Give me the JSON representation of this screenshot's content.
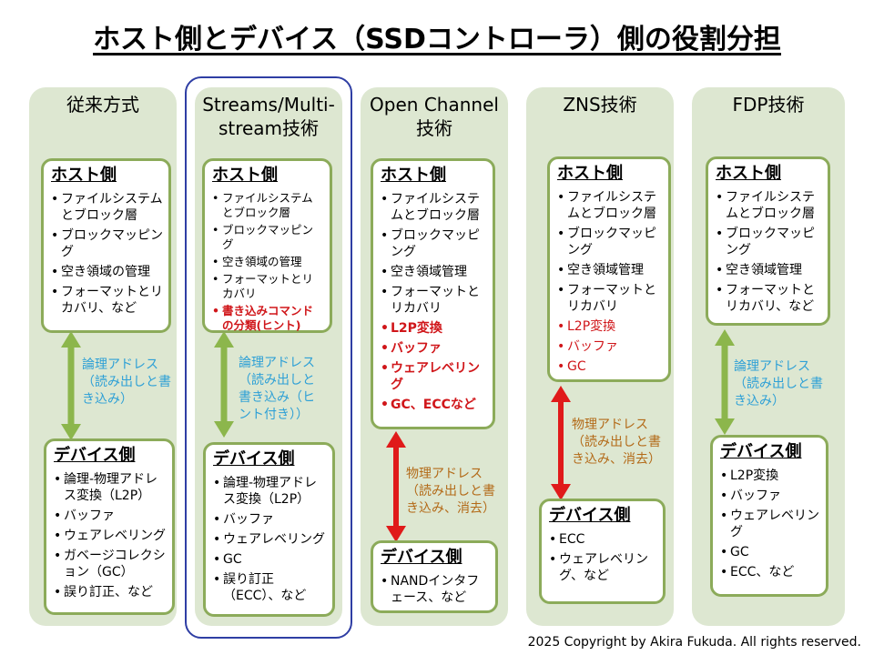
{
  "title": "ホスト側とデバイス（SSDコントローラ）側の役割分担",
  "copyright": "2025 Copyright by Akira Fukuda. All rights reserved.",
  "colors": {
    "column_bg": "#dde7d1",
    "box_border": "#8cab5a",
    "green_arrow": "#8cb64c",
    "red_arrow": "#e01a1a",
    "blue_label": "#2ea0d6",
    "orange_label": "#b36a18",
    "highlight": "#2f3ea4",
    "red_text": "#d0161a"
  },
  "columns": [
    {
      "header": [
        "従来方式"
      ],
      "host": {
        "title": "ホスト側",
        "items": [
          {
            "text": "ファイルシステムとブロック層"
          },
          {
            "text": "ブロックマッピング"
          },
          {
            "text": "空き領域の管理"
          },
          {
            "text": "フォーマットとリカバリ、など"
          }
        ]
      },
      "arrow": {
        "color": "green",
        "label": [
          "論理アドレス",
          "（読み出しと書",
          "き込み）"
        ]
      },
      "device": {
        "title": "デバイス側",
        "items": [
          {
            "text": "論理-物理アドレス変換（L2P）"
          },
          {
            "text": "バッファ"
          },
          {
            "text": "ウェアレベリング"
          },
          {
            "text": "ガベージコレクション（GC）"
          },
          {
            "text": "誤り訂正、など"
          }
        ]
      }
    },
    {
      "header": [
        "Streams/Multi-",
        "stream技術"
      ],
      "host": {
        "title": "ホスト側",
        "items": [
          {
            "text": "ファイルシステムとブロック層"
          },
          {
            "text": "ブロックマッピング"
          },
          {
            "text": "空き領域の管理"
          },
          {
            "text": "フォーマットとリカバリ"
          },
          {
            "text": "書き込みコマンドの分類(ヒント)",
            "highlight": true
          }
        ]
      },
      "arrow": {
        "color": "green",
        "label": [
          "論理アドレス",
          "（読み出しと",
          "書き込み（ヒ",
          "ント付き））"
        ]
      },
      "device": {
        "title": "デバイス側",
        "items": [
          {
            "text": "論理-物理アドレス変換（L2P）"
          },
          {
            "text": "バッファ"
          },
          {
            "text": "ウェアレベリング"
          },
          {
            "text": "GC"
          },
          {
            "text": "誤り訂正（ECC）、など"
          }
        ]
      }
    },
    {
      "header": [
        "Open Channel",
        "技術"
      ],
      "host": {
        "title": "ホスト側",
        "items": [
          {
            "text": "ファイルシステムとブロック層"
          },
          {
            "text": "ブロックマッピング"
          },
          {
            "text": "空き領域管理"
          },
          {
            "text": "フォーマットとリカバリ"
          },
          {
            "text": "L2P変換",
            "highlight": true
          },
          {
            "text": "バッファ",
            "highlight": true
          },
          {
            "text": "ウェアレベリング",
            "highlight": true
          },
          {
            "text": "GC、ECCなど",
            "highlight": true
          }
        ]
      },
      "arrow": {
        "color": "red",
        "label": [
          "物理アドレス",
          "（読み出しと書",
          "き込み、消去）"
        ]
      },
      "device": {
        "title": "デバイス側",
        "items": [
          {
            "text": "NANDインタフェース、など"
          }
        ]
      }
    },
    {
      "header": [
        "ZNS技術"
      ],
      "host": {
        "title": "ホスト側",
        "items": [
          {
            "text": "ファイルシステムとブロック層"
          },
          {
            "text": "ブロックマッピング"
          },
          {
            "text": "空き領域管理"
          },
          {
            "text": "フォーマットとリカバリ"
          },
          {
            "text": "L2P変換",
            "highlight": true
          },
          {
            "text": "バッファ",
            "highlight": true
          },
          {
            "text": "GC",
            "highlight": true
          }
        ]
      },
      "arrow": {
        "color": "red",
        "label": [
          "物理アドレス",
          "（読み出しと書",
          "き込み、消去）"
        ]
      },
      "device": {
        "title": "デバイス側",
        "items": [
          {
            "text": "ECC"
          },
          {
            "text": "ウェアレベリング、など"
          }
        ]
      }
    },
    {
      "header": [
        "FDP技術"
      ],
      "host": {
        "title": "ホスト側",
        "items": [
          {
            "text": "ファイルシステムとブロック層"
          },
          {
            "text": "ブロックマッピング"
          },
          {
            "text": "空き領域管理"
          },
          {
            "text": "フォーマットとリカバリ、など"
          }
        ]
      },
      "arrow": {
        "color": "green",
        "label": [
          "論理アドレス",
          "（読み出しと書",
          "き込み）"
        ]
      },
      "device": {
        "title": "デバイス側",
        "items": [
          {
            "text": "L2P変換"
          },
          {
            "text": "バッファ"
          },
          {
            "text": "ウェアレベリング"
          },
          {
            "text": "GC"
          },
          {
            "text": "ECC、など"
          }
        ]
      }
    }
  ]
}
